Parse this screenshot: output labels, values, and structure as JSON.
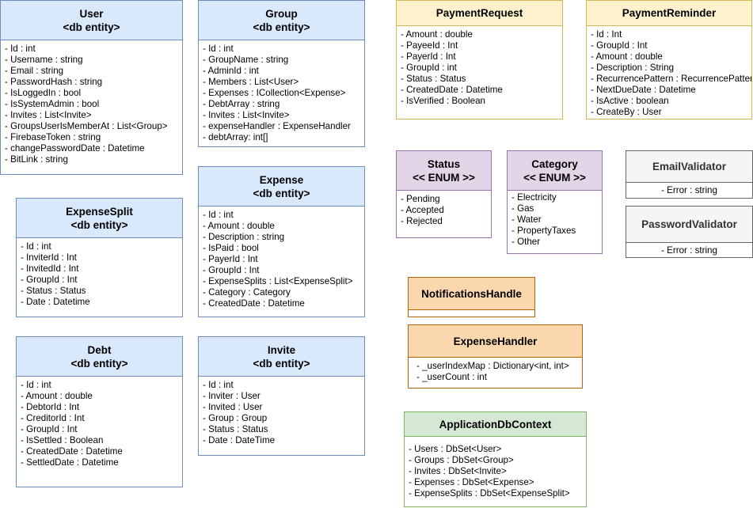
{
  "entities": {
    "user": {
      "title": "User",
      "stereotype": "<db entity>",
      "attributes": [
        "- Id : int",
        "- Username : string",
        "- Email : string",
        "- PasswordHash : string",
        "- IsLoggedIn : bool",
        "- IsSystemAdmin : bool",
        "- Invites : List<Invite>",
        "- GroupsUserIsMemberAt : List<Group>",
        "- FirebaseToken : string",
        "- changePasswordDate : Datetime",
        "- BitLink : string"
      ]
    },
    "group": {
      "title": "Group",
      "stereotype": "<db entity>",
      "attributes": [
        "- Id : int",
        "- GroupName : string",
        "- AdminId : int",
        "- Members : List<User>",
        "- Expenses : ICollection<Expense>",
        "- DebtArray : string",
        "- Invites : List<Invite>",
        "- expenseHandler : ExpenseHandler",
        "- debtArray: int[]"
      ]
    },
    "expense_split": {
      "title": "ExpenseSplit",
      "stereotype": "<db entity>",
      "attributes": [
        "- Id : int",
        "- InviterId : Int",
        "- InvitedId : Int",
        "- GroupId : Int",
        "- Status : Status",
        "- Date : Datetime"
      ]
    },
    "expense": {
      "title": "Expense",
      "stereotype": "<db entity>",
      "attributes": [
        "- Id : int",
        "- Amount : double",
        "- Description : string",
        "- IsPaid : bool",
        "- PayerId : Int",
        "- GroupId : Int",
        "- ExpenseSplits : List<ExpenseSplit>",
        "- Category : Category",
        "- CreatedDate : Datetime"
      ]
    },
    "debt": {
      "title": "Debt",
      "stereotype": "<db entity>",
      "attributes": [
        "- Id : int",
        "- Amount : double",
        "- DebtorId : Int",
        "- CreditorId : Int",
        "- GroupId : Int",
        "- IsSettled : Boolean",
        "- CreatedDate : Datetime",
        "- SettledDate : Datetime"
      ]
    },
    "invite": {
      "title": "Invite",
      "stereotype": "<db entity>",
      "attributes": [
        "- Id : int",
        "- Inviter : User",
        "- Invited : User",
        "- Group : Group",
        "- Status : Status",
        "- Date : DateTime"
      ]
    },
    "payment_request": {
      "title": "PaymentRequest",
      "attributes": [
        "- Amount : double",
        "- PayeeId : Int",
        "- PayerId : Int",
        "- GroupId : int",
        "- Status : Status",
        "- CreatedDate : Datetime",
        "- IsVerified : Boolean"
      ]
    },
    "payment_reminder": {
      "title": "PaymentReminder",
      "attributes": [
        "- Id : Int",
        "- GroupId : Int",
        "- Amount : double",
        "- Description : String",
        "- RecurrencePattern : RecurrencePattern",
        "- NextDueDate : Datetime",
        "- IsActive : boolean",
        "- CreateBy : User"
      ]
    },
    "status": {
      "title": "Status",
      "stereotype": "<< ENUM >>",
      "attributes": [
        "- Pending",
        "- Accepted",
        "- Rejected"
      ]
    },
    "category": {
      "title": "Category",
      "stereotype": "<< ENUM >>",
      "attributes": [
        "- Electricity",
        "- Gas",
        "- Water",
        "- PropertyTaxes",
        "- Other"
      ]
    },
    "email_validator": {
      "title": "EmailValidator",
      "attributes": [
        "- Error : string"
      ]
    },
    "password_validator": {
      "title": "PasswordValidator",
      "attributes": [
        "- Error : string"
      ]
    },
    "notifications_handle": {
      "title": "NotificationsHandle",
      "attributes": []
    },
    "expense_handler": {
      "title": "ExpenseHandler",
      "attributes": [
        "- _userIndexMap : Dictionary<int, int>",
        "- _userCount : int"
      ]
    },
    "app_db_context": {
      "title": "ApplicationDbContext",
      "attributes": [
        "- Users : DbSet<User>",
        "- Groups : DbSet<Group>",
        "- Invites : DbSet<Invite>",
        "- Expenses : DbSet<Expense>",
        "- ExpenseSplits : DbSet<ExpenseSplit>"
      ]
    }
  },
  "colors": {
    "blue_fill": "#dae8fc",
    "blue_stroke": "#6c8ebf",
    "yellow_fill": "#fff2cc",
    "yellow_stroke": "#d6b656",
    "purple_fill": "#e1d5e7",
    "purple_stroke": "#9673a6",
    "orange_fill": "#fad7ac",
    "orange_stroke": "#b46504",
    "gray_fill": "#f5f5f5",
    "gray_stroke": "#666666",
    "green_fill": "#d5e8d4",
    "green_stroke": "#82b366"
  }
}
